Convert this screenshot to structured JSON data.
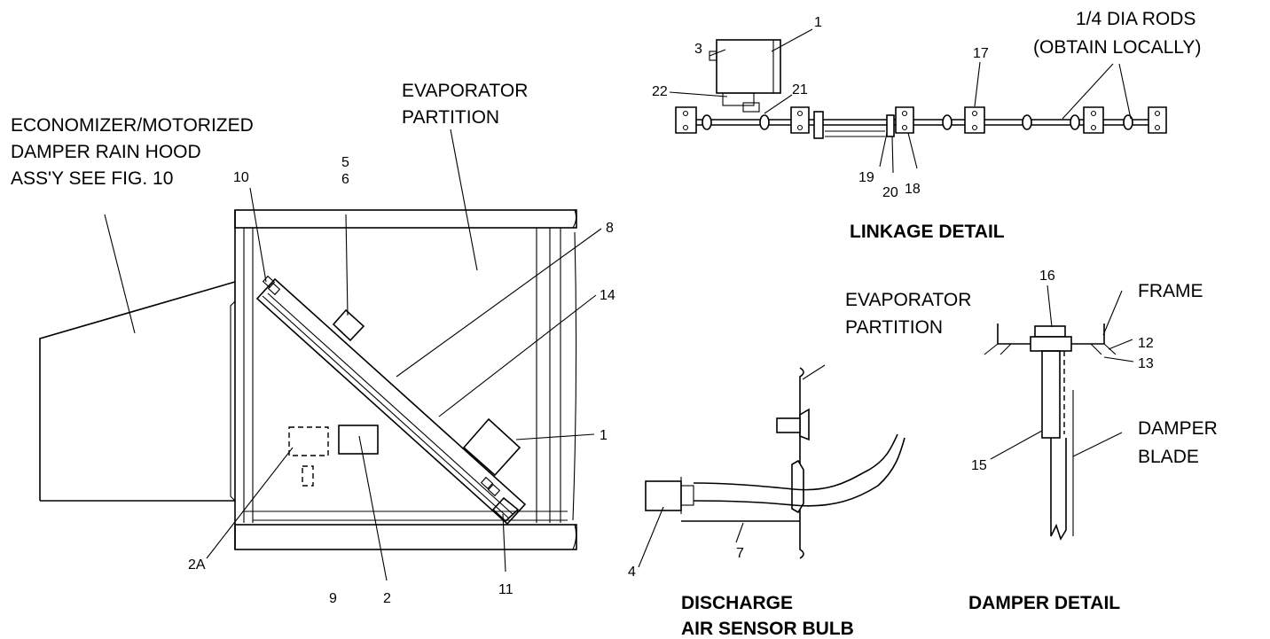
{
  "main_view": {
    "labels": {
      "hood": [
        "ECONOMIZER/MOTORIZED",
        "DAMPER RAIN HOOD",
        "ASS'Y SEE FIG. 10"
      ],
      "partition": [
        "EVAPORATOR",
        "PARTITION"
      ]
    },
    "callouts": {
      "n1": "1",
      "n2": "2",
      "n2a": "2A",
      "n5": "5",
      "n6": "6",
      "n8": "8",
      "n9": "9",
      "n10": "10",
      "n11": "11",
      "n14": "14"
    }
  },
  "linkage_detail": {
    "title": "LINKAGE DETAIL",
    "rods_label": [
      "1/4 DIA RODS",
      "(OBTAIN LOCALLY)"
    ],
    "callouts": {
      "n1": "1",
      "n3": "3",
      "n17": "17",
      "n18": "18",
      "n19": "19",
      "n20": "20",
      "n21": "21",
      "n22": "22"
    }
  },
  "sensor_detail": {
    "title": [
      "DISCHARGE",
      "AIR SENSOR BULB"
    ],
    "partition_label": [
      "EVAPORATOR",
      "PARTITION"
    ],
    "callouts": {
      "n4": "4",
      "n7": "7"
    }
  },
  "damper_detail": {
    "title": "DAMPER DETAIL",
    "labels": {
      "frame": "FRAME",
      "blade": [
        "DAMPER",
        "BLADE"
      ]
    },
    "callouts": {
      "n12": "12",
      "n13": "13",
      "n15": "15",
      "n16": "16"
    }
  }
}
